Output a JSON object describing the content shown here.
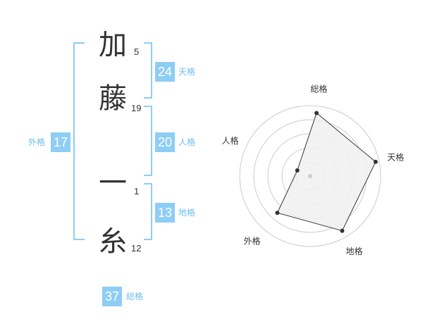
{
  "name": {
    "chars": [
      {
        "char": "加",
        "strokes": "5"
      },
      {
        "char": "藤",
        "strokes": "19"
      },
      {
        "char": "一",
        "strokes": "1"
      },
      {
        "char": "糸",
        "strokes": "12"
      }
    ]
  },
  "grades": {
    "tenkaku": {
      "value": "24",
      "label": "天格"
    },
    "jinkaku": {
      "value": "20",
      "label": "人格"
    },
    "chikaku": {
      "value": "13",
      "label": "地格"
    },
    "gaikaku": {
      "value": "17",
      "label": "外格"
    },
    "soukaku": {
      "value": "37",
      "label": "総格"
    }
  },
  "chart_data": {
    "type": "radar",
    "axes": [
      "総格",
      "天格",
      "地格",
      "外格",
      "人格"
    ],
    "values": [
      0.9,
      0.95,
      0.9,
      0.7,
      0.2
    ],
    "range": [
      0,
      1
    ],
    "rings": 5,
    "colors": {
      "fill": "#f0f0f0",
      "stroke": "#333333",
      "grid": "#cccccc",
      "center": "#cccccc"
    }
  },
  "colors": {
    "accent": "#8ecdf5",
    "accent_text": "#6bbfef",
    "text": "#333333"
  }
}
